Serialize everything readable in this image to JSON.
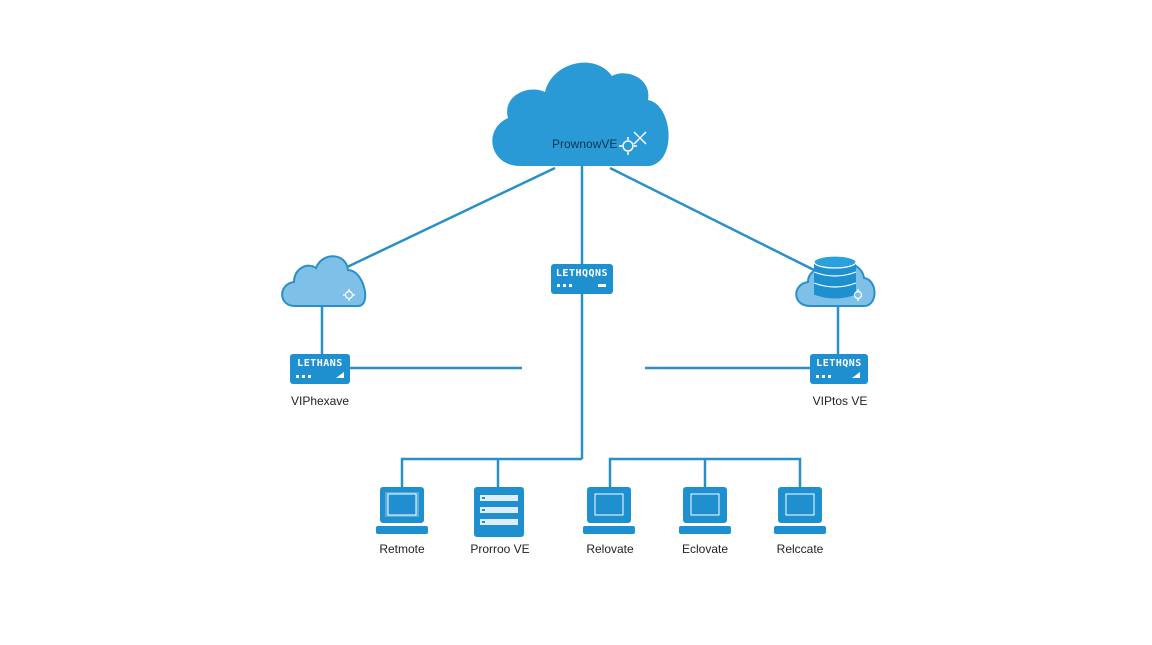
{
  "colors": {
    "cloud_main": "#2a9ad6",
    "cloud_light": "#7ec0e8",
    "line": "#2a8fc9",
    "device": "#1e90cf",
    "device_screen": "#1f8fd0"
  },
  "cloud": {
    "label": "PrownowVE",
    "icon": "gear-x-icon"
  },
  "center_switch": {
    "label": "LETHQQNS"
  },
  "left_branch": {
    "switch_label": "LETHANS",
    "caption": "VIPhexave",
    "cloud_icon": "gear-icon"
  },
  "right_branch": {
    "switch_label": "LETHQNS",
    "caption": "VIPtos VE",
    "db_icon": "database-icon"
  },
  "endpoints": [
    {
      "label": "Retmote",
      "icon": "monitor-icon"
    },
    {
      "label": "Prorroo VE",
      "icon": "server-icon"
    },
    {
      "label": "Relovate",
      "icon": "monitor-icon"
    },
    {
      "label": "Eclovate",
      "icon": "monitor-icon"
    },
    {
      "label": "Relccate",
      "icon": "monitor-icon"
    }
  ]
}
